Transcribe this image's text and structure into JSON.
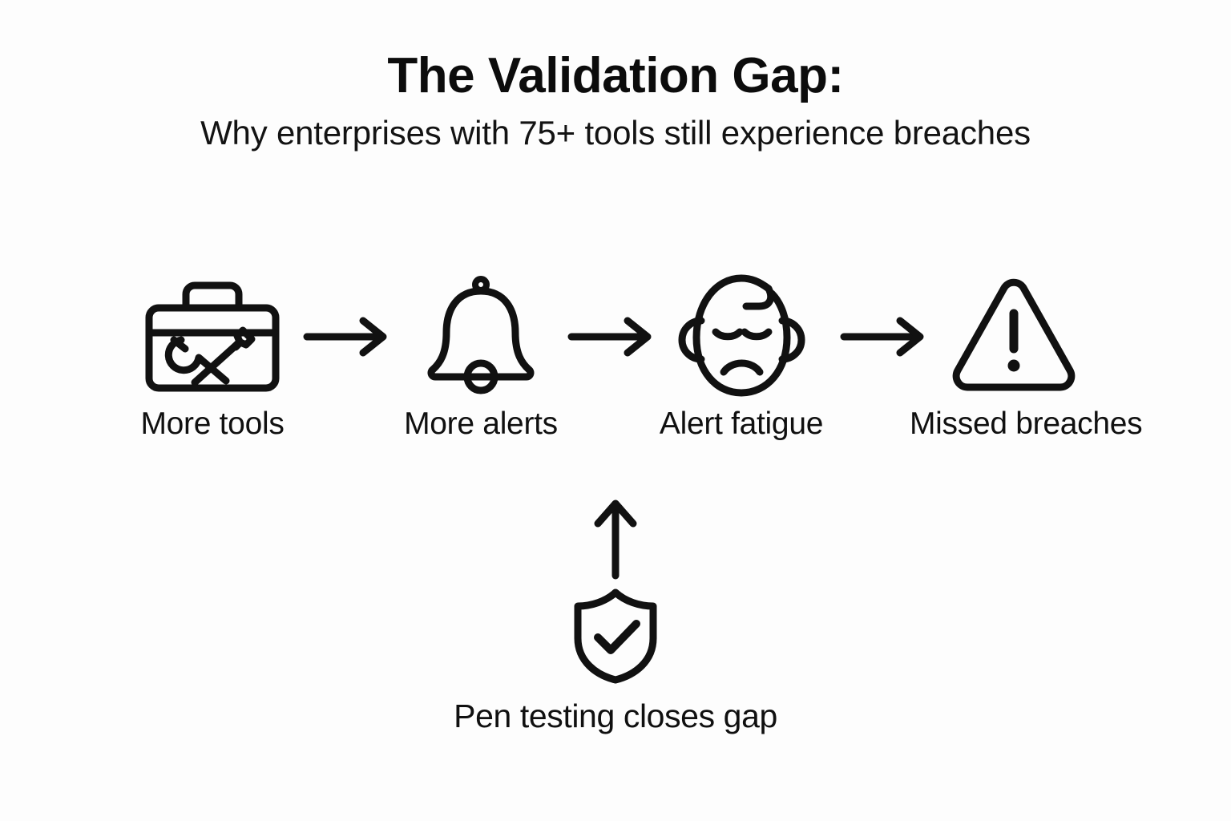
{
  "header": {
    "title": "The Validation Gap:",
    "subtitle": "Why enterprises with 75+ tools still experience breaches"
  },
  "diagram": {
    "type": "flow",
    "orientation": "horizontal",
    "background_color": "#fdfdfd",
    "stroke_color": "#111111",
    "flow": [
      {
        "label": "More tools",
        "icon": "toolbox-icon"
      },
      {
        "label": "More alerts",
        "icon": "bell-icon"
      },
      {
        "label": "Alert fatigue",
        "icon": "tired-face-icon"
      },
      {
        "label": "Missed breaches",
        "icon": "warning-triangle-icon"
      }
    ],
    "connectors": [
      {
        "icon": "arrow-right-icon",
        "from": "More tools",
        "to": "More alerts"
      },
      {
        "icon": "arrow-right-icon",
        "from": "More alerts",
        "to": "Alert fatigue"
      },
      {
        "icon": "arrow-right-icon",
        "from": "Alert fatigue",
        "to": "Missed breaches"
      }
    ],
    "branch": {
      "label": "Pen testing closes gap",
      "icon": "shield-check-icon",
      "connector": {
        "icon": "arrow-up-icon",
        "to": "More alerts"
      }
    }
  }
}
